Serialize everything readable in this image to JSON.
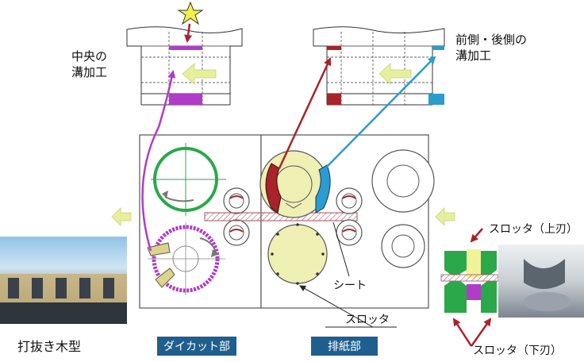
{
  "labels": {
    "center_groove_line1": "中央の",
    "center_groove_line2": "溝加工",
    "side_groove_line1": "前側・後側の",
    "side_groove_line2": "溝加工",
    "sheet": "シート",
    "slotter": "スロッタ",
    "slotter_upper": "スロッタ（上刃）",
    "slotter_lower": "スロッタ（下刃）",
    "die_wood": "打抜き木型"
  },
  "sections": {
    "die_cut": "ダイカット部",
    "discharge": "排紙部"
  },
  "colors": {
    "purple": "#b03cc8",
    "dark_red": "#a8232a",
    "blue": "#2b9bd0",
    "green": "#2aa84a",
    "yellow_fill": "#eef0b4",
    "arrow_yellow": "#e6ef9c",
    "label_box": "#1f5f8e",
    "star": "#f2f24a"
  }
}
